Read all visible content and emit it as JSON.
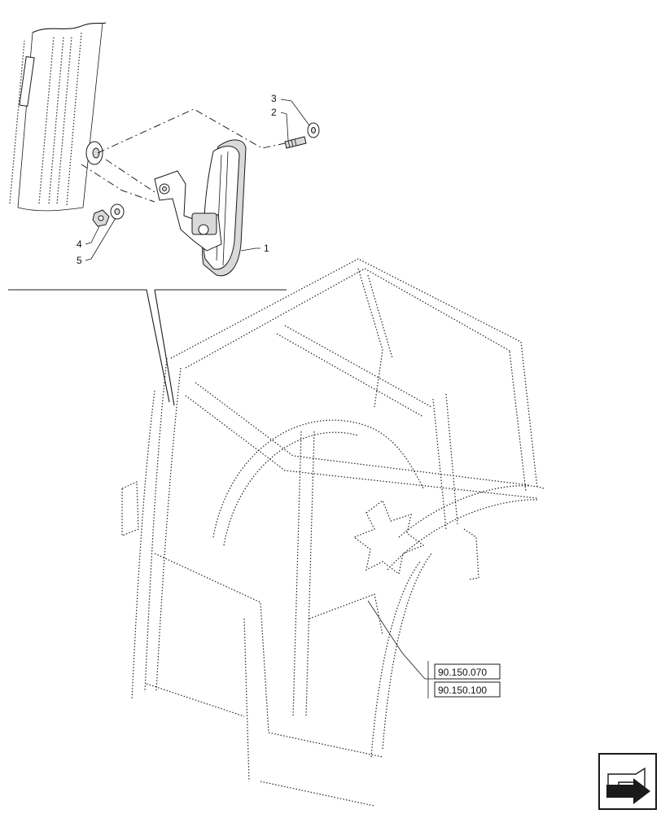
{
  "callouts": [
    "1",
    "2",
    "3",
    "4",
    "5"
  ],
  "references": [
    "90.150.070",
    "90.150.100"
  ],
  "icons": {
    "corner": "arrow-navigation-icon"
  }
}
